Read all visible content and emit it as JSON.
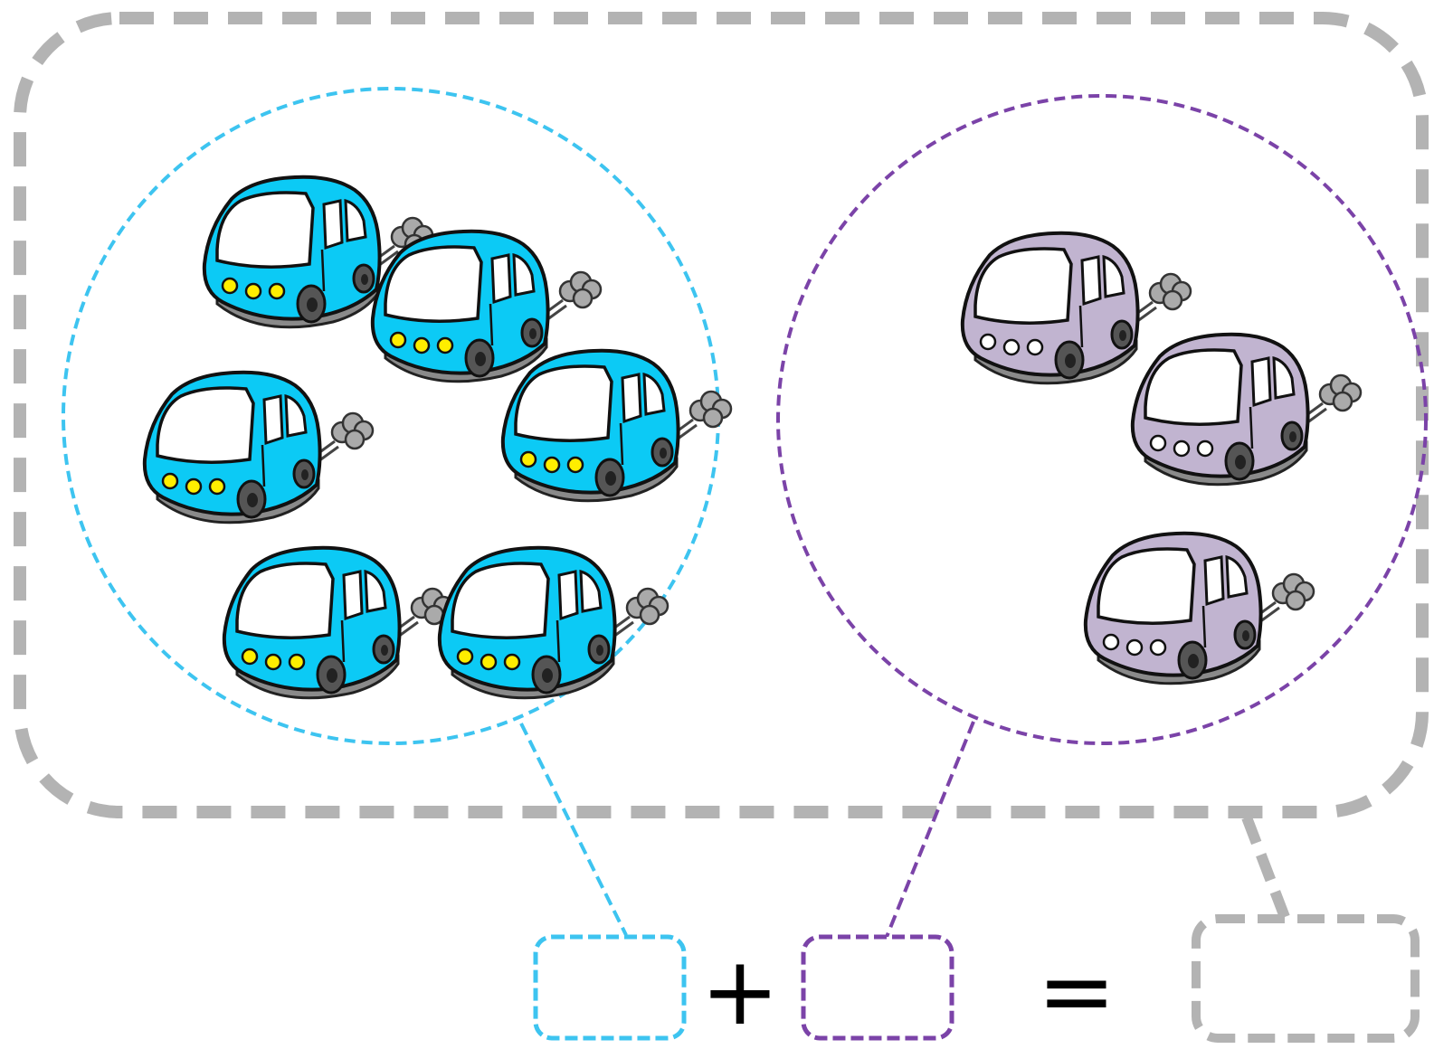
{
  "diagram": {
    "type": "part-part-whole addition",
    "group_a": {
      "kind": "car",
      "count": 6,
      "color": "#0ccaf5",
      "headlight_color": "#ffee00"
    },
    "group_b": {
      "kind": "car",
      "count": 3,
      "color": "#c1b4d0",
      "headlight_color": "#ffffff"
    },
    "outline_colors": {
      "group_a": "#3dc4f0",
      "group_b": "#7b43a8",
      "whole": "#b3b3b3"
    },
    "equation": {
      "operator_plus": "+",
      "operator_equals": "=",
      "box_a_value": "",
      "box_b_value": "",
      "box_total_value": ""
    }
  }
}
